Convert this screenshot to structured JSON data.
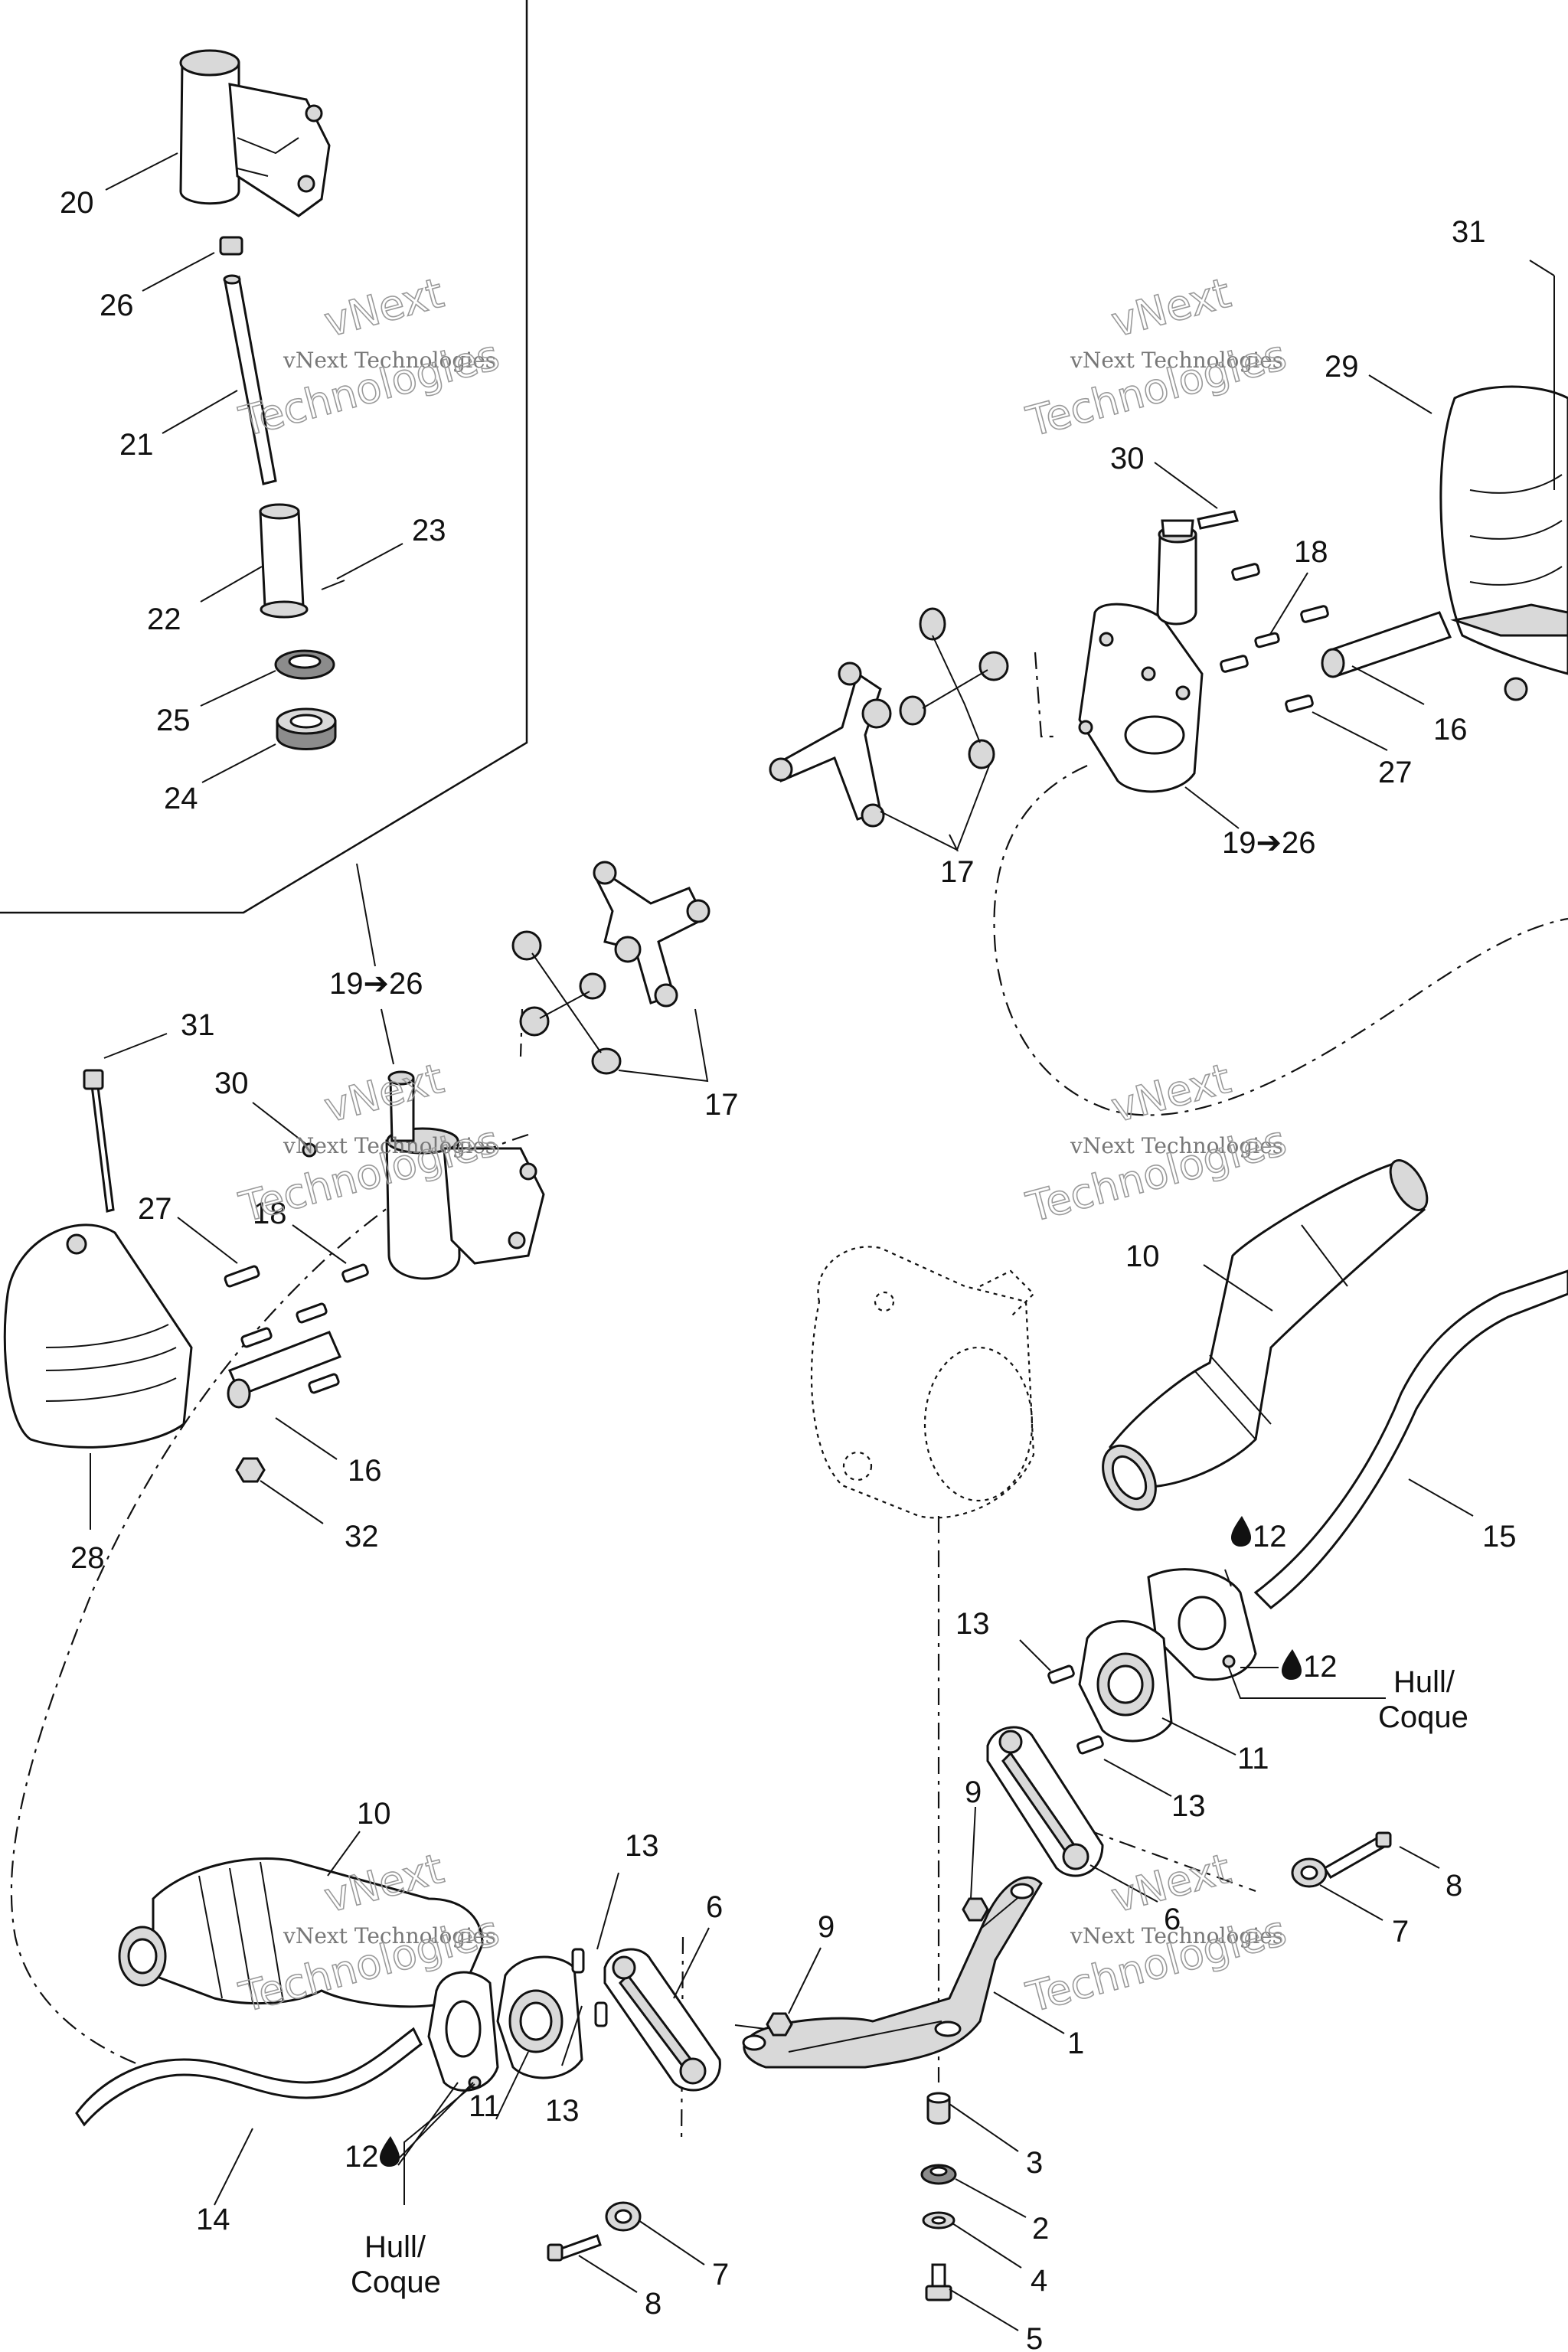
{
  "watermark": {
    "line1": "vNext Technologies",
    "line2a": "vNext",
    "line2b": "Technologies"
  },
  "callouts": {
    "c20": "20",
    "c26": "26",
    "c21": "21",
    "c23": "23",
    "c22": "22",
    "c25": "25",
    "c24": "24",
    "c31a": "31",
    "c29": "29",
    "c30a": "30",
    "c18a": "18",
    "c16a": "16",
    "c27a": "27",
    "c19a": "19➔26",
    "c17a": "17",
    "c19b": "19➔26",
    "c31b": "31",
    "c30b": "30",
    "c17b": "17",
    "c27b": "27",
    "c18b": "18",
    "c16b": "16",
    "c32": "32",
    "c28": "28",
    "c10a": "10",
    "c15": "15",
    "c12a": "12",
    "c12b": "12",
    "c13a": "13",
    "c11a": "11",
    "c13b": "13",
    "c9a": "9",
    "c6a": "6",
    "c8a": "8",
    "c7a": "7",
    "c1": "1",
    "c10b": "10",
    "c13c": "13",
    "c6b": "6",
    "c9b": "9",
    "c13d": "13",
    "c11b": "11",
    "c12c": "12",
    "c14": "14",
    "c3": "3",
    "c2": "2",
    "c4": "4",
    "c5": "5",
    "c7b": "7",
    "c8b": "8"
  },
  "notes": {
    "hull_right_1": "Hull/",
    "hull_right_2": "Coque",
    "hull_left_1": "Hull/",
    "hull_left_2": "Coque"
  }
}
